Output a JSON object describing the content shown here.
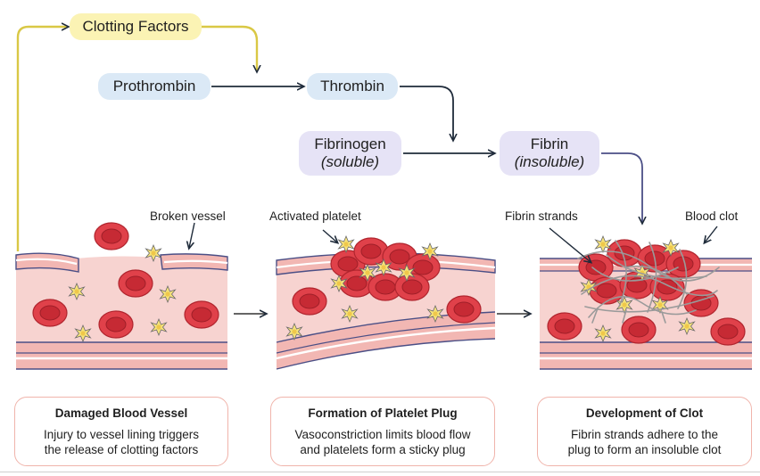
{
  "pathway": {
    "clotting_factors": "Clotting Factors",
    "prothrombin": "Prothrombin",
    "thrombin": "Thrombin",
    "fibrinogen": "Fibrinogen",
    "fibrinogen_sub": "(soluble)",
    "fibrin": "Fibrin",
    "fibrin_sub": "(insoluble)"
  },
  "labels": {
    "broken_vessel": "Broken vessel",
    "activated_platelet": "Activated platelet",
    "fibrin_strands": "Fibrin strands",
    "blood_clot": "Blood clot"
  },
  "stages": [
    {
      "title": "Damaged Blood Vessel",
      "line1": "Injury to vessel lining triggers",
      "line2": "the release of clotting factors"
    },
    {
      "title": "Formation of Platelet Plug",
      "line1": "Vasoconstriction limits blood flow",
      "line2": "and platelets form a sticky plug"
    },
    {
      "title": "Development of Clot",
      "line1": "Fibrin strands adhere to the",
      "line2": "plug to form an insoluble clot"
    }
  ],
  "colors": {
    "vessel_lumen": "#f7d3d0",
    "vessel_wall": "#f2b7b3",
    "vessel_outline": "#4b4f86",
    "rbc": "#e0414a",
    "rbc_center": "#c62a34",
    "platelet": "#f6e27a",
    "fibrin": "#9a9a9a",
    "caption_border": "#f0b4ab"
  }
}
